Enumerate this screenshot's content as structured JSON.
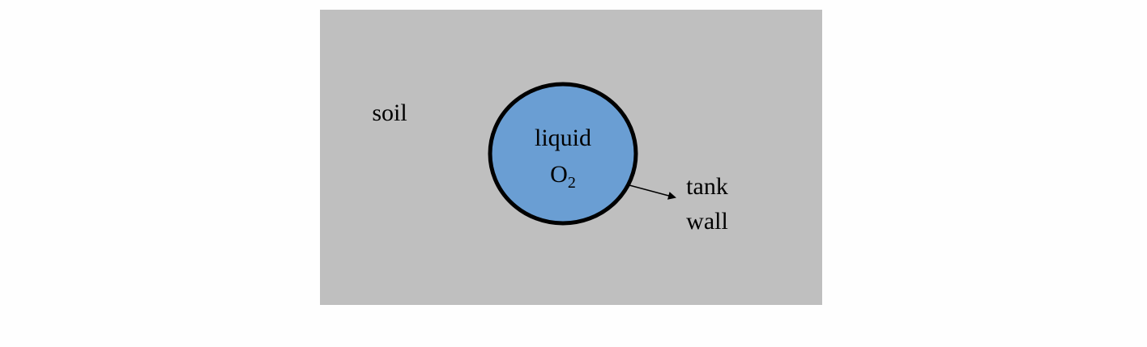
{
  "diagram": {
    "soil_label": "soil",
    "tank_content": {
      "line1": "liquid",
      "formula_base": "O",
      "formula_subscript": "2"
    },
    "wall_label": {
      "line1": "tank",
      "line2": "wall"
    }
  },
  "colors": {
    "soil_fill": "#bfbfbf",
    "liquid_fill": "#6a9ed3",
    "outline": "#000000",
    "page_background": "#fefefe"
  }
}
